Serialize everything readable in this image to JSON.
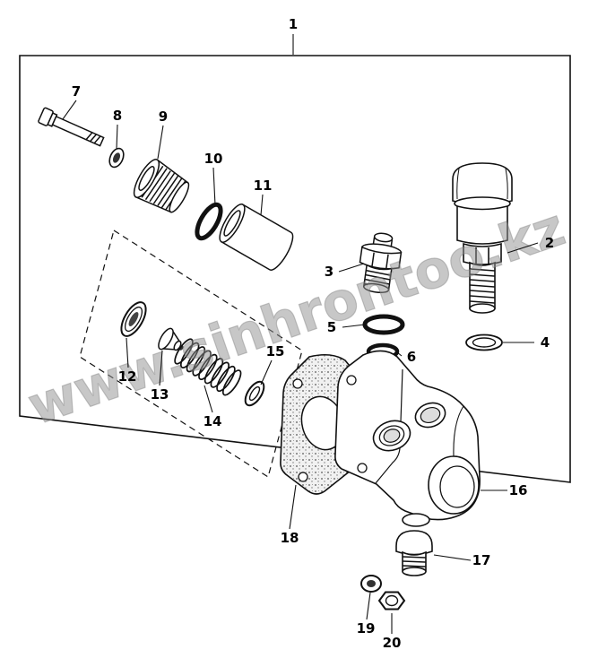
{
  "diagram": {
    "watermark": "www.sinhrontoo.kz",
    "labels": {
      "n1": "1",
      "n2": "2",
      "n3": "3",
      "n4": "4",
      "n5": "5",
      "n6": "6",
      "n7": "7",
      "n8": "8",
      "n9": "9",
      "n10": "10",
      "n11": "11",
      "n12": "12",
      "n13": "13",
      "n14": "14",
      "n15": "15",
      "n16": "16",
      "n17": "17",
      "n18": "18",
      "n19": "19",
      "n20": "20"
    }
  }
}
